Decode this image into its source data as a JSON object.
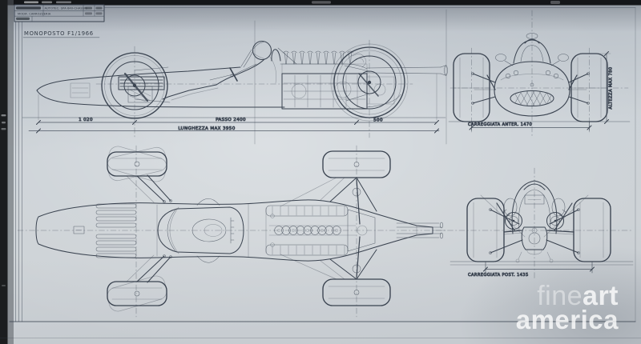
{
  "title_block": {
    "row1": "AUTOTEC. SPA 640-CHASSIS",
    "row2": "MODIF. CARROZZERIA"
  },
  "drawing_title": "MONOPOSTO F1/1966",
  "dimensions": {
    "front_overhang": "1 020",
    "wheelbase": "PASSO 2400",
    "rear_overhang": "500",
    "overall_length": "LUNGHEZZA MAX 3950",
    "front_track": "CARREGGIATA ANTER. 1470",
    "rear_track": "CARREGGIATA POST. 1435",
    "max_height": "ALTEZZA MAX 780"
  },
  "watermark": {
    "word1": "fine",
    "word2": "art",
    "word3": "america"
  },
  "colors": {
    "paper": "#ccd2d7",
    "ink": "#3a4350",
    "film_edge": "#1b1d1f",
    "watermark": "#ffffff"
  }
}
